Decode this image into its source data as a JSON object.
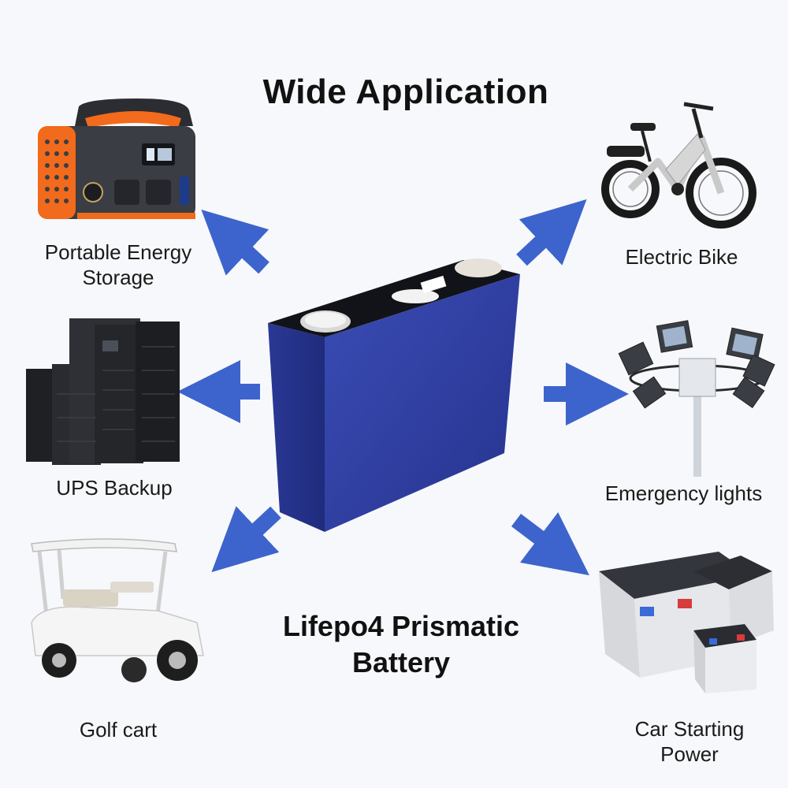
{
  "title": "Wide Application",
  "product": {
    "line1": "Lifepo4 Prismatic",
    "line2": "Battery"
  },
  "applications": [
    {
      "line1": "Portable Energy",
      "line2": "Storage",
      "icon": "portable-power-station-icon"
    },
    {
      "line1": "Electric Bike",
      "line2": "",
      "icon": "electric-bike-icon"
    },
    {
      "line1": "UPS Backup",
      "line2": "",
      "icon": "ups-cabinet-icon"
    },
    {
      "line1": "Emergency lights",
      "line2": "",
      "icon": "floodlight-tower-icon"
    },
    {
      "line1": "Golf cart",
      "line2": "",
      "icon": "golf-cart-icon"
    },
    {
      "line1": "Car Starting",
      "line2": "Power",
      "icon": "car-battery-icon"
    }
  ],
  "colors": {
    "arrow": "#3d64cc",
    "battery_front": "#2e3f9e",
    "battery_side": "#23318a",
    "battery_top": "#121318",
    "accent_orange": "#f26a1b"
  }
}
